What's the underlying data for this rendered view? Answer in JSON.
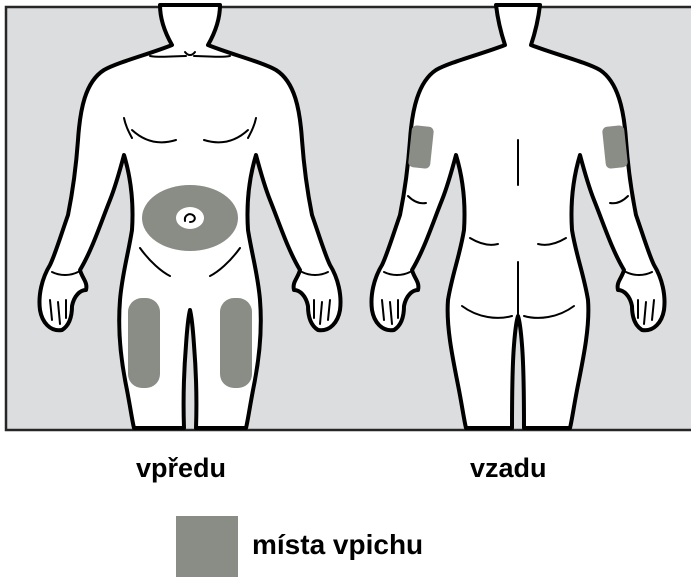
{
  "figure": {
    "front_label": "vpředu",
    "back_label": "vzadu"
  },
  "legend": {
    "label": "místa vpichu",
    "swatch_color": "#8a8d86"
  },
  "colors": {
    "panel_background": "#dcdddf",
    "outline": "#000000",
    "injection_site": "#8a8d86",
    "body_fill": "#ffffff"
  },
  "regions": {
    "front": [
      "abdomen",
      "left-thigh",
      "right-thigh"
    ],
    "back": [
      "left-upper-arm",
      "right-upper-arm"
    ]
  }
}
